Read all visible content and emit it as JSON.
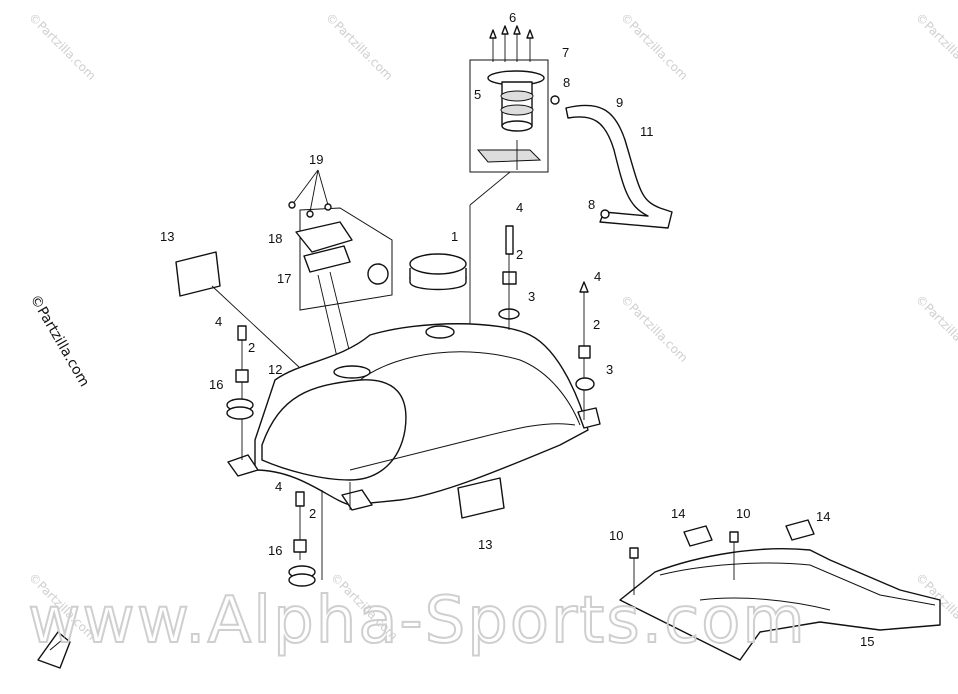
{
  "diagram": {
    "callouts": [
      {
        "id": "c6",
        "text": "6"
      },
      {
        "id": "c7",
        "text": "7"
      },
      {
        "id": "c8a",
        "text": "8"
      },
      {
        "id": "c5",
        "text": "5"
      },
      {
        "id": "c9",
        "text": "9"
      },
      {
        "id": "c11",
        "text": "11"
      },
      {
        "id": "c8b",
        "text": "8"
      },
      {
        "id": "c19",
        "text": "19"
      },
      {
        "id": "c13a",
        "text": "13"
      },
      {
        "id": "c18",
        "text": "18"
      },
      {
        "id": "c17",
        "text": "17"
      },
      {
        "id": "c1",
        "text": "1"
      },
      {
        "id": "c4a",
        "text": "4"
      },
      {
        "id": "c2a",
        "text": "2"
      },
      {
        "id": "c3a",
        "text": "3"
      },
      {
        "id": "c4b",
        "text": "4"
      },
      {
        "id": "c2b",
        "text": "2"
      },
      {
        "id": "c3b",
        "text": "3"
      },
      {
        "id": "c4c",
        "text": "4"
      },
      {
        "id": "c2c",
        "text": "2"
      },
      {
        "id": "c12",
        "text": "12"
      },
      {
        "id": "c16a",
        "text": "16"
      },
      {
        "id": "c4d",
        "text": "4"
      },
      {
        "id": "c2d",
        "text": "2"
      },
      {
        "id": "c13b",
        "text": "13"
      },
      {
        "id": "c16b",
        "text": "16"
      },
      {
        "id": "c14a",
        "text": "14"
      },
      {
        "id": "c10a",
        "text": "10"
      },
      {
        "id": "c10b",
        "text": "10"
      },
      {
        "id": "c14b",
        "text": "14"
      },
      {
        "id": "c15",
        "text": "15"
      }
    ]
  },
  "watermarks": {
    "small": "©Partzilla.com",
    "side": "©Partzilla.com",
    "banner": "www.Alpha-Sports.com"
  }
}
